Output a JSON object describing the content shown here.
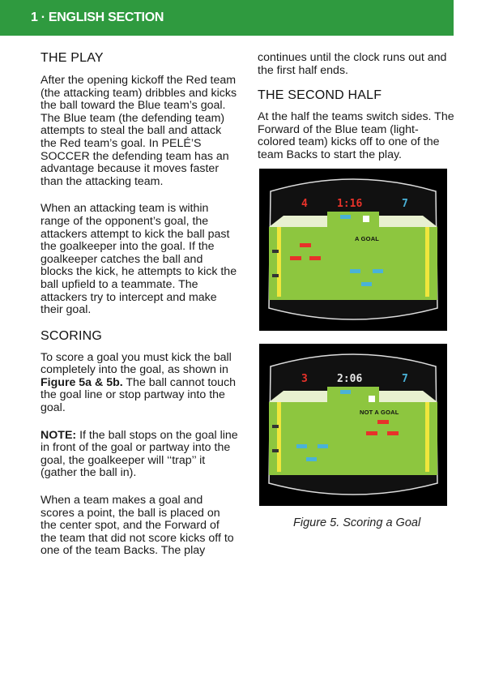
{
  "header": {
    "title": "1 · ENGLISH SECTION"
  },
  "sections": {
    "play_heading": "THE PLAY",
    "play_p1": "After the opening kickoff the Red team (the attacking team) dribbles and kicks the ball toward the Blue team’s goal. The Blue team (the defending team) attempts to steal the ball and attack the Red team’s goal. In PELÉ’S SOCCER the defending team has an advantage because it moves faster than the attacking team.",
    "play_p2": "When an attacking team is within range of the opponent’s goal, the attackers attempt to kick the ball past the goalkeeper into the goal. If the goalkeeper catches the ball and blocks the kick, he attempts to kick the ball upfield to a teammate. The attackers try to intercept and make their goal.",
    "scoring_heading": "SCORING",
    "scoring_p1_a": "To score a goal you must kick the ball completely into the goal, as shown in ",
    "scoring_p1_ref": "Figure 5a & 5b.",
    "scoring_p1_b": " The ball cannot touch the goal line or stop partway into the goal.",
    "note_label": "NOTE:",
    "note_text": " If the ball stops on the goal line in front of the goal or partway into the goal, the goalkeeper will ‘‘trap’’ it (gather the ball in).",
    "scoring_p2": "When a team makes a goal and scores a point, the ball is placed on the center spot, and the Forward of the team that did not score kicks off to one of the team Backs. The play",
    "play_continued": "continues until the clock runs out and the first half ends.",
    "second_half_heading": "THE SECOND HALF",
    "second_half_p1": "At the half the teams switch sides. The Forward of the Blue team (light-colored team) kicks off to one of the team Backs to start the play."
  },
  "figures": {
    "fig_a": {
      "red_score": "4",
      "clock": "1:16",
      "blue_score": "7",
      "label": "A GOAL"
    },
    "fig_b": {
      "red_score": "3",
      "clock": "2:06",
      "blue_score": "7",
      "label": "NOT A GOAL"
    },
    "caption": "Figure 5. Scoring a Goal"
  },
  "colors": {
    "header_green": "#2f9a3f",
    "field_green": "#8dc63f",
    "field_light": "#e8f0d0",
    "red_team": "#e8322a",
    "blue_team": "#4ab2d8",
    "goal_yellow": "#f0e63c"
  }
}
